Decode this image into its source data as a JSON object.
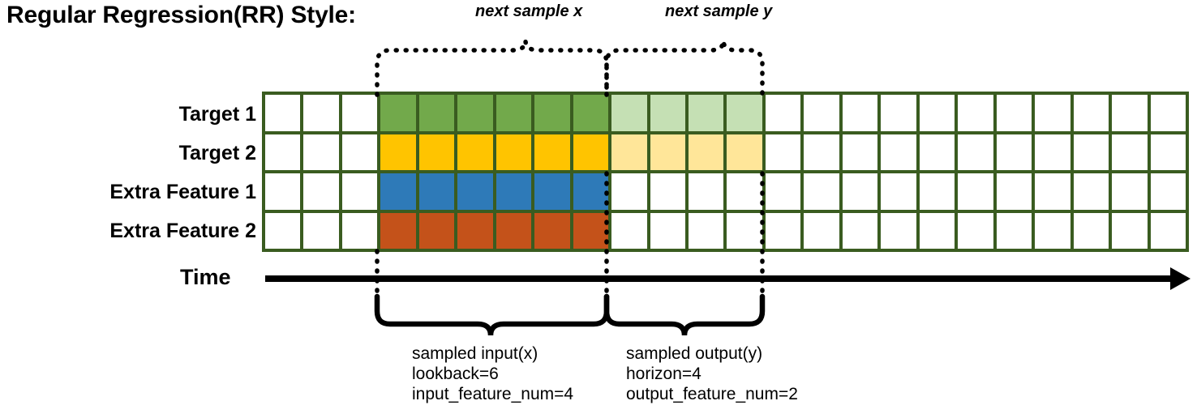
{
  "title": "Regular Regression(RR) Style:",
  "top_labels": {
    "next_sample_x": "next sample x",
    "next_sample_y": "next sample y"
  },
  "row_labels": [
    "Target 1",
    "Target 2",
    "Extra Feature 1",
    "Extra Feature 2"
  ],
  "time_axis_label": "Time",
  "annotations": {
    "input": {
      "line1": "sampled input(x)",
      "line2": "lookback=6",
      "line3": "input_feature_num=4"
    },
    "output": {
      "line1": "sampled output(y)",
      "line2": "horizon=4",
      "line3": "output_feature_num=2"
    }
  },
  "colors": {
    "grid_border": "#3A5C20",
    "empty_cell": "#FFFFFF",
    "target1_dark": "#72A94B",
    "target1_light": "#C5E0B4",
    "target2_dark": "#FFC400",
    "target2_light": "#FFE699",
    "feature1": "#2E7AB8",
    "feature2": "#C4521A",
    "line": "#000000"
  },
  "chart_data": {
    "type": "heatmap",
    "title": "Regular Regression(RR) Style:",
    "columns": 24,
    "rows": 4,
    "row_names": [
      "Target 1",
      "Target 2",
      "Extra Feature 1",
      "Extra Feature 2"
    ],
    "lookback": 6,
    "horizon": 4,
    "input_feature_num": 4,
    "output_feature_num": 2,
    "input_start_col": 3,
    "input_end_col": 9,
    "output_start_col": 9,
    "output_end_col": 13,
    "cell_fills": [
      [
        "empty",
        "empty",
        "empty",
        "target1_dark",
        "target1_dark",
        "target1_dark",
        "target1_dark",
        "target1_dark",
        "target1_dark",
        "target1_light",
        "target1_light",
        "target1_light",
        "target1_light",
        "empty",
        "empty",
        "empty",
        "empty",
        "empty",
        "empty",
        "empty",
        "empty",
        "empty",
        "empty",
        "empty"
      ],
      [
        "empty",
        "empty",
        "empty",
        "target2_dark",
        "target2_dark",
        "target2_dark",
        "target2_dark",
        "target2_dark",
        "target2_dark",
        "target2_light",
        "target2_light",
        "target2_light",
        "target2_light",
        "empty",
        "empty",
        "empty",
        "empty",
        "empty",
        "empty",
        "empty",
        "empty",
        "empty",
        "empty",
        "empty"
      ],
      [
        "empty",
        "empty",
        "empty",
        "feature1",
        "feature1",
        "feature1",
        "feature1",
        "feature1",
        "feature1",
        "empty",
        "empty",
        "empty",
        "empty",
        "empty",
        "empty",
        "empty",
        "empty",
        "empty",
        "empty",
        "empty",
        "empty",
        "empty",
        "empty",
        "empty"
      ],
      [
        "empty",
        "empty",
        "empty",
        "feature2",
        "feature2",
        "feature2",
        "feature2",
        "feature2",
        "feature2",
        "empty",
        "empty",
        "empty",
        "empty",
        "empty",
        "empty",
        "empty",
        "empty",
        "empty",
        "empty",
        "empty",
        "empty",
        "empty",
        "empty",
        "empty"
      ]
    ]
  }
}
